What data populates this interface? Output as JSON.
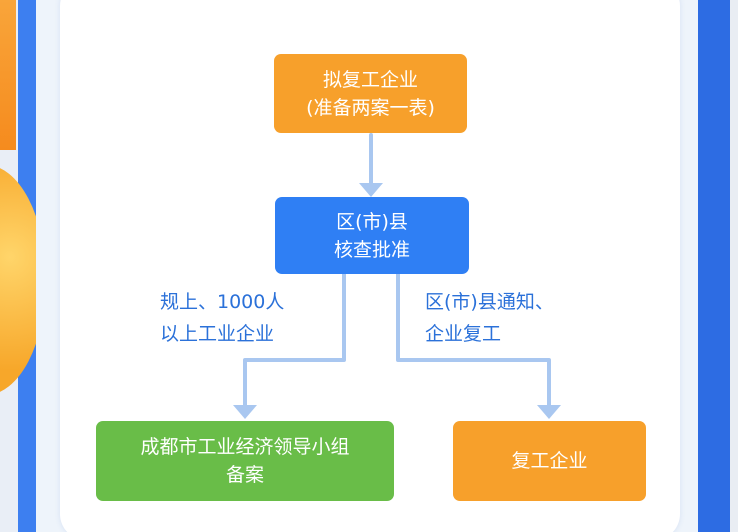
{
  "nodes": {
    "start": {
      "line1": "拟复工企业",
      "line2": "(准备两案一表)"
    },
    "approve": {
      "line1": "区(市)县",
      "line2": "核查批准"
    },
    "record": {
      "line1": "成都市工业经济领导小组",
      "line2": "备案"
    },
    "resume": {
      "line1": "复工企业"
    }
  },
  "edges": {
    "left": {
      "line1": "规上、1000人",
      "line2": "以上工业企业"
    },
    "right": {
      "line1": "区(市)县通知、",
      "line2": "企业复工"
    }
  },
  "colors": {
    "orange": "#f7a02b",
    "blue": "#2f7ff4",
    "green": "#69bd48",
    "connector": "#a9c7f0",
    "label": "#2b71d9"
  }
}
